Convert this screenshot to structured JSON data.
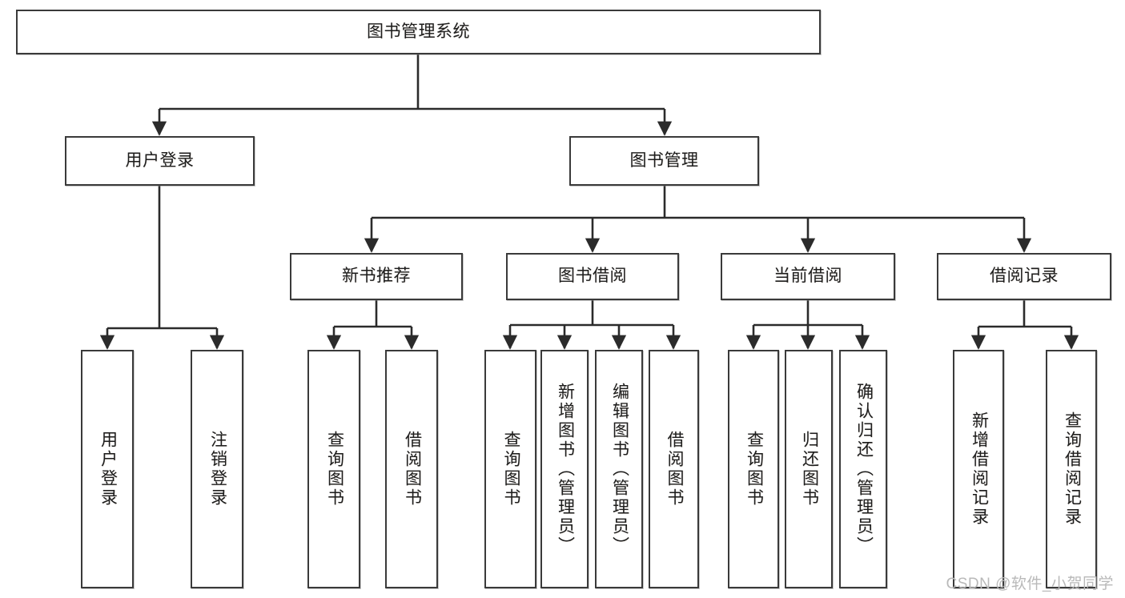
{
  "diagram": {
    "title": "图书管理系统",
    "type": "hierarchy-tree",
    "colors": {
      "node_border": "#3a3a3a",
      "node_fill": "#ffffff",
      "edge": "#2b2b2b",
      "background": "#ffffff",
      "watermark": "#b9b9b9"
    },
    "levels": [
      {
        "level": 1,
        "nodes": [
          {
            "id": "root",
            "label": "图书管理系统",
            "orientation": "horizontal"
          }
        ]
      },
      {
        "level": 2,
        "nodes": [
          {
            "id": "login",
            "label": "用户登录",
            "orientation": "horizontal",
            "parent": "root"
          },
          {
            "id": "bookmgmt",
            "label": "图书管理",
            "orientation": "horizontal",
            "parent": "root"
          }
        ]
      },
      {
        "level": 3,
        "nodes": [
          {
            "id": "newbook",
            "label": "新书推荐",
            "orientation": "horizontal",
            "parent": "bookmgmt"
          },
          {
            "id": "borrow",
            "label": "图书借阅",
            "orientation": "horizontal",
            "parent": "bookmgmt"
          },
          {
            "id": "current",
            "label": "当前借阅",
            "orientation": "horizontal",
            "parent": "bookmgmt"
          },
          {
            "id": "records",
            "label": "借阅记录",
            "orientation": "horizontal",
            "parent": "bookmgmt"
          }
        ]
      },
      {
        "level": 4,
        "nodes": [
          {
            "id": "leaf-user-login",
            "label": "用户登录",
            "orientation": "vertical",
            "parent": "login"
          },
          {
            "id": "leaf-user-logout",
            "label": "注销登录",
            "orientation": "vertical",
            "parent": "login"
          },
          {
            "id": "leaf-query-book-1",
            "label": "查询图书",
            "orientation": "vertical",
            "parent": "newbook"
          },
          {
            "id": "leaf-borrow-book-1",
            "label": "借阅图书",
            "orientation": "vertical",
            "parent": "newbook"
          },
          {
            "id": "leaf-query-book-2",
            "label": "查询图书",
            "orientation": "vertical",
            "parent": "borrow"
          },
          {
            "id": "leaf-add-book",
            "label": "新增图书（管理员）",
            "orientation": "vertical",
            "parent": "borrow"
          },
          {
            "id": "leaf-edit-book",
            "label": "编辑图书（管理员）",
            "orientation": "vertical",
            "parent": "borrow"
          },
          {
            "id": "leaf-borrow-book-2",
            "label": "借阅图书",
            "orientation": "vertical",
            "parent": "borrow"
          },
          {
            "id": "leaf-query-book-3",
            "label": "查询图书",
            "orientation": "vertical",
            "parent": "current"
          },
          {
            "id": "leaf-return-book",
            "label": "归还图书",
            "orientation": "vertical",
            "parent": "current"
          },
          {
            "id": "leaf-confirm-return",
            "label": "确认归还（管理员）",
            "orientation": "vertical",
            "parent": "current"
          },
          {
            "id": "leaf-add-record",
            "label": "新增借阅记录",
            "orientation": "vertical",
            "parent": "records"
          },
          {
            "id": "leaf-query-record",
            "label": "查询借阅记录",
            "orientation": "vertical",
            "parent": "records"
          }
        ]
      }
    ]
  },
  "watermark": {
    "text": "CSDN @软件_小贺同学"
  }
}
